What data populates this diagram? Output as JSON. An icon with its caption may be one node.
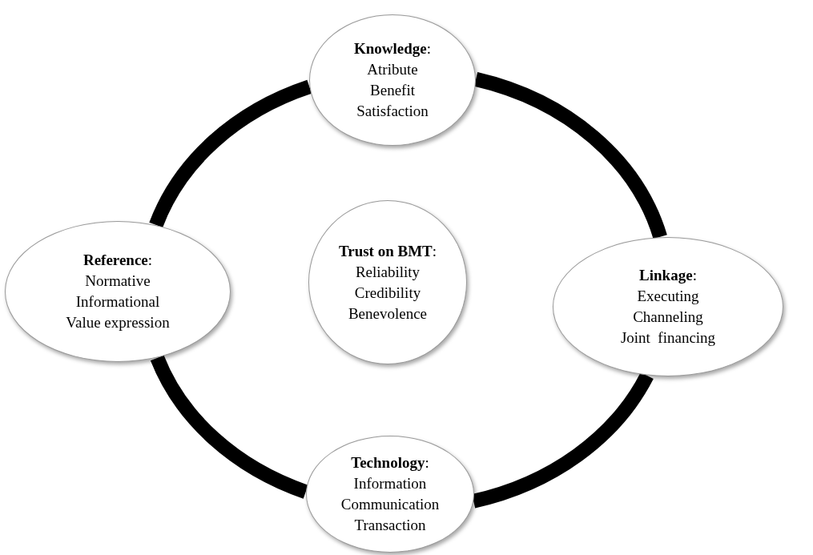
{
  "diagram": {
    "nodes": [
      {
        "text": [
          "**Knowledge**:",
          "Atribute",
          "Benefit",
          "Satisfaction"
        ]
      },
      {
        "text": [
          "**Reference**:",
          "Normative",
          "Informational",
          "Value expression"
        ]
      },
      {
        "text": [
          "**Trust on BMT**:",
          "Reliability",
          "Credibility",
          "Benevolence"
        ]
      },
      {
        "text": [
          "**Linkage**:",
          "Executing",
          "Channeling",
          "Joint  financing"
        ]
      },
      {
        "text": [
          "**Technology**:",
          "Information",
          "Communication",
          "Transaction"
        ]
      }
    ],
    "edges": [
      {
        "from": 0,
        "to": 3,
        "arrow": "none"
      },
      {
        "from": 3,
        "to": 4,
        "arrow": "none"
      },
      {
        "from": 4,
        "to": 1,
        "arrow": "none"
      },
      {
        "from": 1,
        "to": 0,
        "arrow": "none"
      }
    ]
  }
}
